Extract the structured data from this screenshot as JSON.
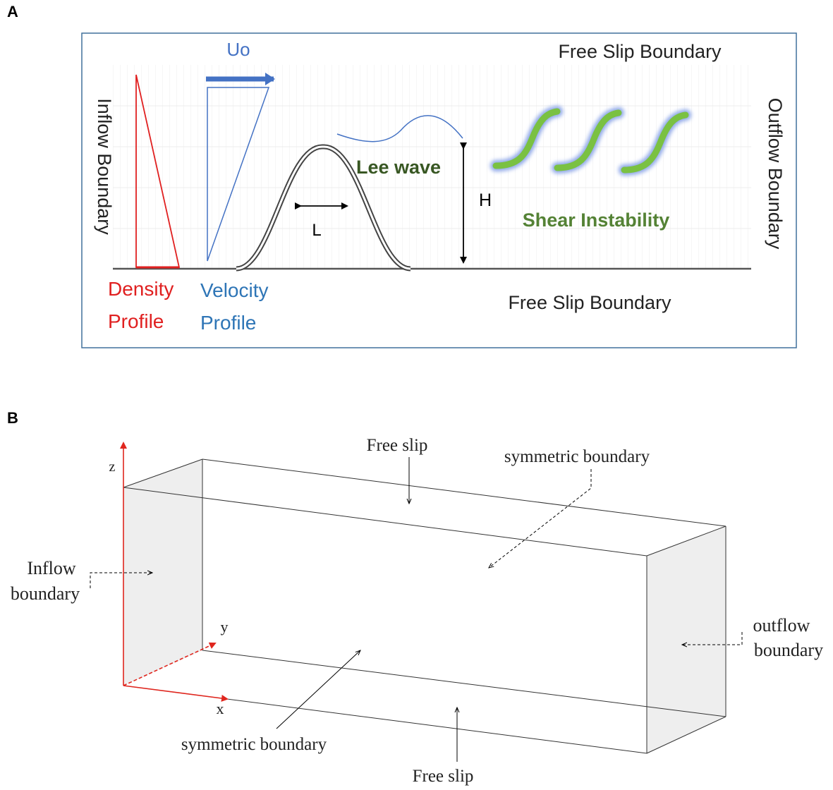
{
  "panel_a": {
    "label": "A",
    "top_boundary": "Free Slip Boundary",
    "bottom_boundary": "Free Slip Boundary",
    "inflow_boundary": "Inflow Boundary",
    "outflow_boundary": "Outflow Boundary",
    "velocity_symbol": "Uo",
    "lee_wave": "Lee wave",
    "shear_instability": "Shear Instability",
    "height_symbol": "H",
    "length_symbol": "L",
    "density_profile": [
      "Density",
      "Profile"
    ],
    "velocity_profile": [
      "Velocity",
      "Profile"
    ],
    "colors": {
      "frame": "#41719c",
      "density": "#e02020",
      "velocity": "#4472c4",
      "velocity_label": "#2e75b6",
      "lee_wave_text": "#385723",
      "shear_text": "#548235",
      "shear_wave": "#7ac142",
      "shear_glow": "#8fa8e8"
    }
  },
  "panel_b": {
    "label": "B",
    "axes": {
      "z": "z",
      "y": "y",
      "x": "x"
    },
    "free_slip_top": "Free slip",
    "free_slip_bottom": "Free slip",
    "symmetric_top": "symmetric boundary",
    "symmetric_bottom": "symmetric boundary",
    "inflow": [
      "Inflow",
      "boundary"
    ],
    "outflow": [
      "outflow",
      "boundary"
    ],
    "colors": {
      "axis": "#e0261e",
      "face_fill": "#eeeeee"
    }
  }
}
